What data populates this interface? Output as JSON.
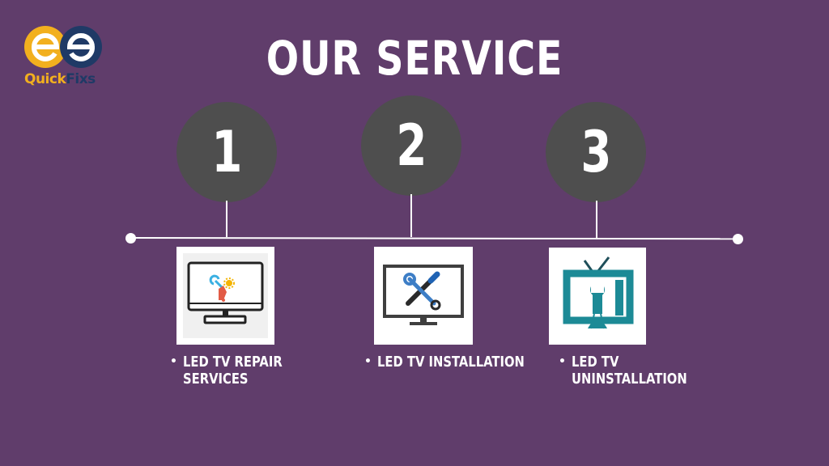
{
  "brand": {
    "name_part1": "Quick",
    "name_part2": "Fixs",
    "yellow": "#f2b01e",
    "navy": "#1f3a66"
  },
  "title": "OUR SERVICE",
  "colors": {
    "background": "#603d6b",
    "circle": "#4e4e4e",
    "line": "#ffffff"
  },
  "steps": [
    {
      "number": "1",
      "service": "LED TV REPAIR\nSERVICES",
      "icon": "tv-repair-icon"
    },
    {
      "number": "2",
      "service": "LED TV INSTALLATION",
      "icon": "tv-installation-icon"
    },
    {
      "number": "3",
      "service": "LED TV\nUNINSTALLATION",
      "icon": "tv-uninstallation-icon"
    }
  ],
  "bullet": "•"
}
